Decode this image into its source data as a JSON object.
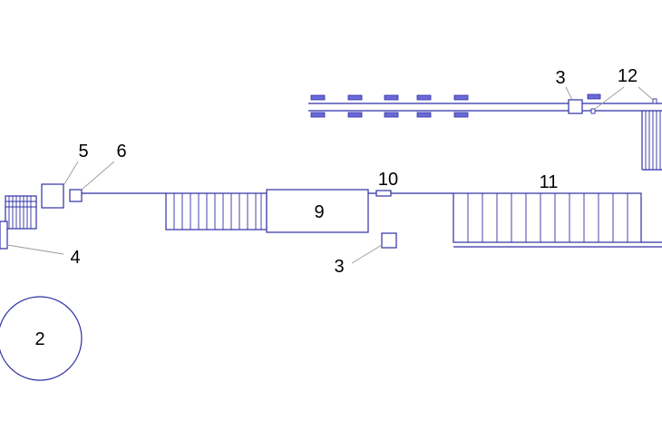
{
  "labels": {
    "l2": "2",
    "l3_top": "3",
    "l3_bottom": "3",
    "l4": "4",
    "l5": "5",
    "l6": "6",
    "l9": "9",
    "l10": "10",
    "l11": "11",
    "l12": "12"
  },
  "colors": {
    "line": "#2f2fa6",
    "block_fill": "#6a6ad8",
    "leader": "#9a9a9a"
  }
}
